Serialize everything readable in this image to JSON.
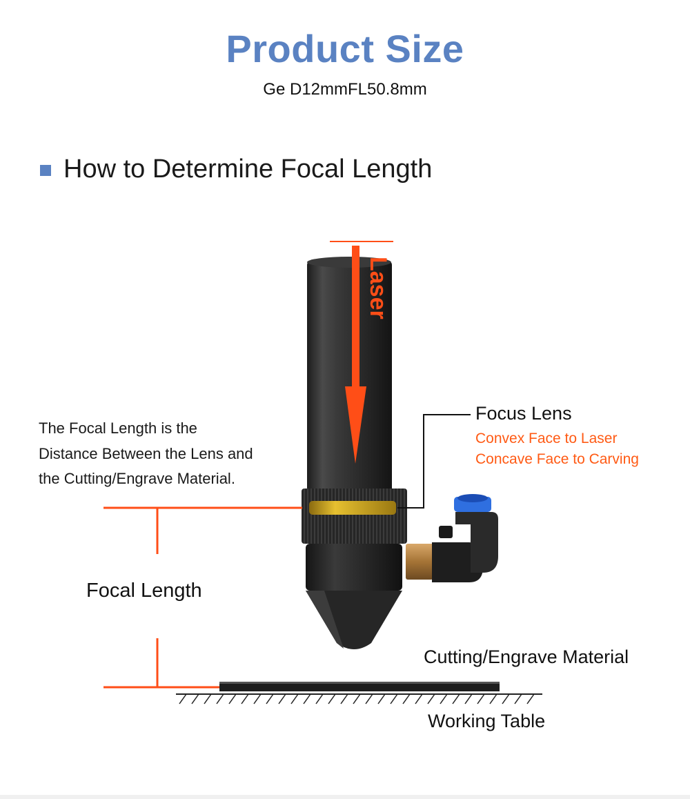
{
  "header": {
    "title": "Product Size",
    "subtitle": "Ge D12mmFL50.8mm"
  },
  "section": {
    "heading": "How to Determine Focal Length"
  },
  "description": {
    "lines": [
      "The Focal Length is the",
      "Distance Between the Lens and",
      "the Cutting/Engrave Material."
    ]
  },
  "diagram": {
    "laser_label": "Laser",
    "focus_lens": {
      "title": "Focus Lens",
      "note_1": "Convex Face to Laser",
      "note_2": "Concave Face to Carving"
    },
    "focal_length_label": "Focal Length",
    "material_label": "Cutting/Engrave Material",
    "table_label": "Working Table",
    "colors": {
      "accent": "#5a82c2",
      "laser": "#ff4e17",
      "lens_ring": "#d9a81e",
      "tube": "#2e2e2e",
      "push_fitting_cap": "#2f6fe0",
      "brass": "#b8894a"
    }
  }
}
